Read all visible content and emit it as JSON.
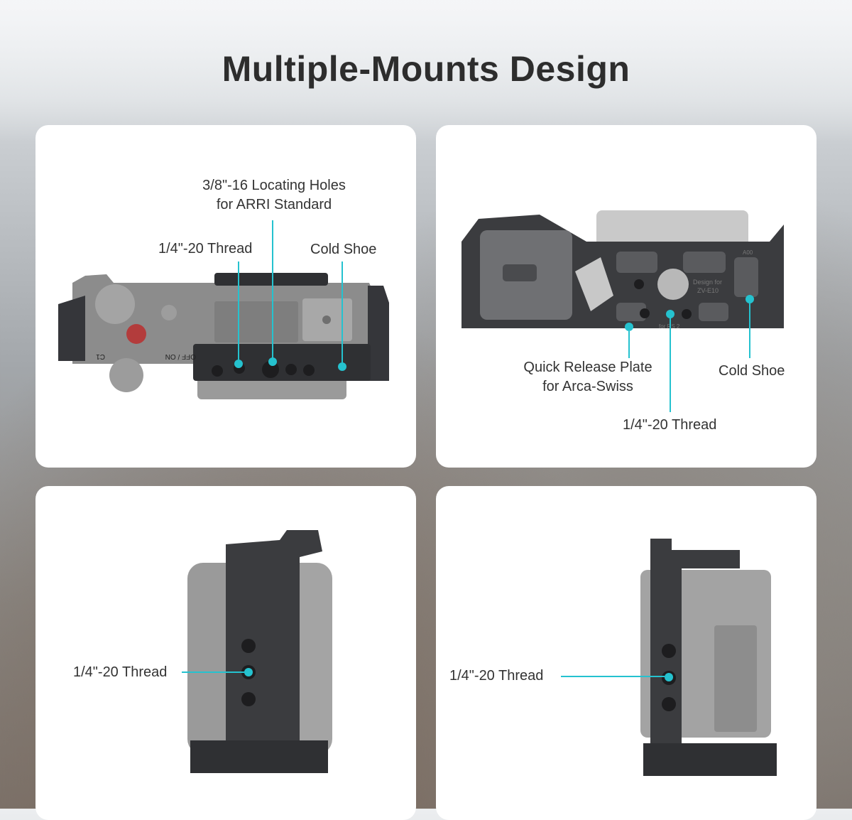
{
  "title": "Multiple-Mounts Design",
  "colors": {
    "accent": "#25c2cf",
    "card": "#ffffff",
    "title": "#2d2d2d",
    "cage": "#3b3c3f",
    "camera": "#8e8e8e"
  },
  "panels": [
    {
      "view": "top",
      "callouts": {
        "locating_holes_line1": "3/8\"-16 Locating Holes",
        "locating_holes_line2": "for ARRI Standard",
        "thread": "1/4\"-20 Thread",
        "cold_shoe": "Cold Shoe"
      },
      "printed_marks": {
        "c1": "C1",
        "off_on": "OFF / ON"
      }
    },
    {
      "view": "bottom",
      "callouts": {
        "quick_release_line1": "Quick Release Plate",
        "quick_release_line2": "for Arca-Swiss",
        "cold_shoe": "Cold Shoe",
        "thread": "1/4\"-20 Thread"
      },
      "printed_marks": {
        "model_line1": "Design for",
        "model_line2": "ZV-E10",
        "rs2": "for RS 2",
        "a00": "A00"
      }
    },
    {
      "view": "left-side",
      "callouts": {
        "thread": "1/4\"-20 Thread"
      }
    },
    {
      "view": "right-side",
      "callouts": {
        "thread": "1/4\"-20 Thread"
      }
    }
  ]
}
